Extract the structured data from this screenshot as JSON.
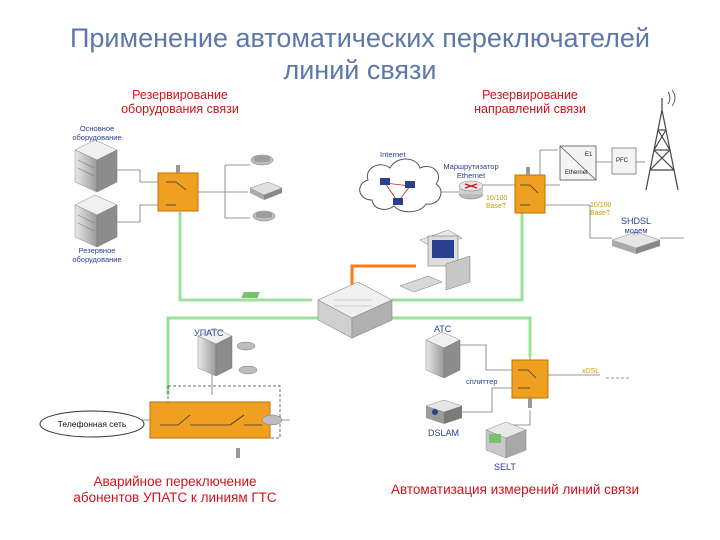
{
  "title": {
    "line1": "Применение автоматических переключателей",
    "line2": "линий связи"
  },
  "captions": {
    "reserve_equipment": [
      "Резервирование",
      "оборудования связи"
    ],
    "reserve_directions": [
      "Резервирование",
      "направлений связи"
    ],
    "emergency_switch": [
      "Аварийное переключение",
      "абонентов УПАТС к линиям ГТС"
    ],
    "automation": "Автоматизация измерений линий связи"
  },
  "labels": {
    "main_equipment": [
      "Основное",
      "оборудование"
    ],
    "backup_equipment": [
      "Резервное",
      "оборудование"
    ],
    "internet": "Internet",
    "router": [
      "Маршрутизатор",
      "Ethernet"
    ],
    "base_t_1": [
      "10/100",
      "BaseT"
    ],
    "base_t_2": [
      "10/100",
      "BaseT"
    ],
    "shdsl": [
      "SHDSL",
      "модем"
    ],
    "e1": "E1",
    "ethernet_small": "Ethernet",
    "pfc": "PFC",
    "upats": "УПАТС",
    "phone_net": "Телефонная сеть",
    "ats": "АТС",
    "splitter": "сплиттер",
    "xdsl": "xDSL",
    "dslam": "DSLAM",
    "selt": "SELT"
  },
  "colors": {
    "title": "#5b78a8",
    "caption": "#d0121b",
    "label": "#2a3f8f",
    "switch_fill": "#f0a020",
    "switch_stroke": "#c07000",
    "green_line": "#9be09b",
    "orange_line": "#ff7a1a"
  },
  "icons": [
    "server-icon",
    "phone-icon",
    "modem-icon",
    "cloud-icon",
    "router-icon",
    "computer-icon",
    "antenna-tower-icon",
    "switch-module-icon",
    "control-unit-icon",
    "selt-meter-icon",
    "dslam-icon"
  ]
}
